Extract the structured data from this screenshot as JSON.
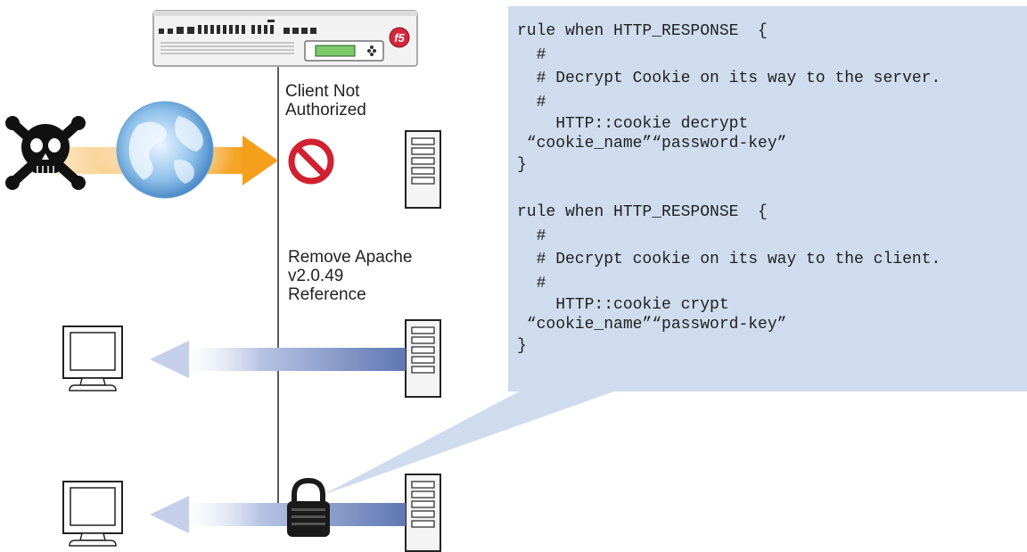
{
  "diagram": {
    "labels": {
      "client_not_authorized": [
        "Client Not",
        "Authorized"
      ],
      "remove_apache": [
        "Remove Apache",
        "v2.0.49",
        "Reference"
      ]
    },
    "device_logo": "f5",
    "icons": [
      "network-switch-icon",
      "skull-crossbones-icon",
      "globe-icon",
      "prohibited-icon",
      "server-icon",
      "monitor-icon",
      "padlock-icon"
    ],
    "colors": {
      "callout_bg": "#cfdcee",
      "arrow_orange": "#f5a623",
      "arrow_blue": "#6e84bd",
      "prohibited_red": "#d1202f",
      "logo_red": "#d3273e"
    }
  },
  "code_box": {
    "block1": {
      "line1": "rule when HTTP_RESPONSE  {",
      "line2": "  #",
      "line3": "  # Decrypt Cookie on its way to the server.",
      "line4": "  #",
      "line5": "    HTTP::cookie decrypt",
      "line6": " “cookie_name”“password-key”",
      "line7": "}"
    },
    "block2": {
      "line1": "rule when HTTP_RESPONSE  {",
      "line2": "  #",
      "line3": "  # Decrypt cookie on its way to the client.",
      "line4": "  #",
      "line5": "    HTTP::cookie crypt",
      "line6": " “cookie_name”“password-key”",
      "line7": "}"
    }
  }
}
